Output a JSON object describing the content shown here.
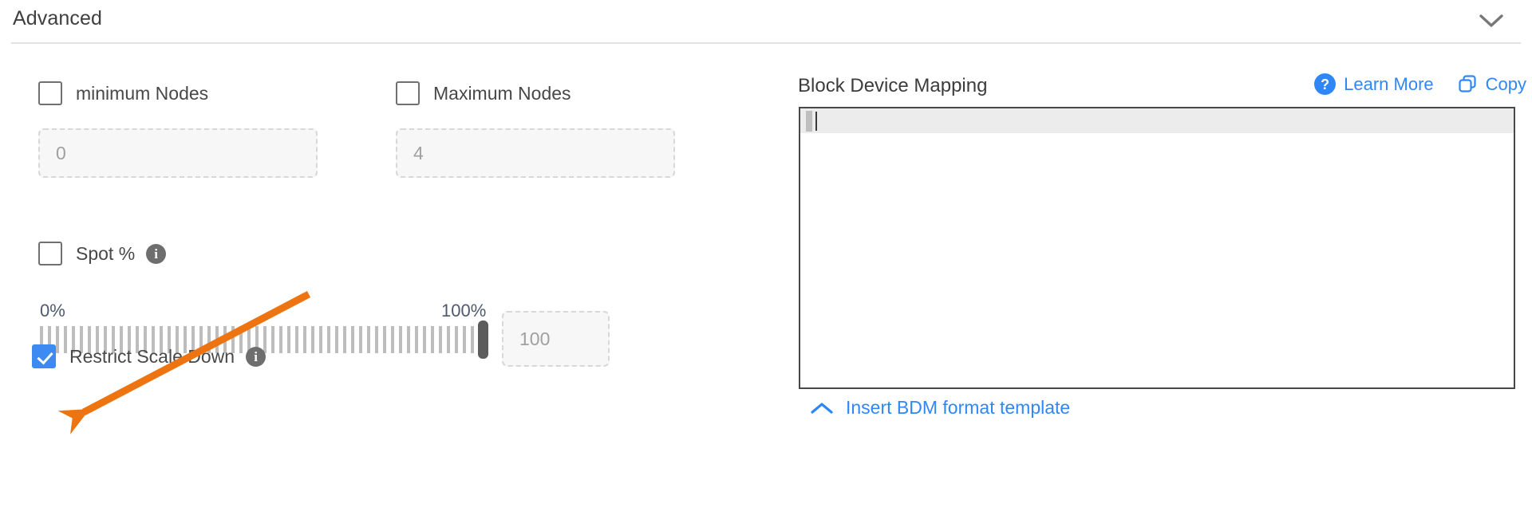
{
  "section": {
    "title": "Advanced",
    "collapse_icon": "chevron-down-icon"
  },
  "left": {
    "min_nodes": {
      "label": "minimum Nodes",
      "checked": false,
      "input_placeholder": "0",
      "input_value": ""
    },
    "max_nodes": {
      "label": "Maximum Nodes",
      "checked": false,
      "input_placeholder": "4",
      "input_value": ""
    },
    "spot_percent": {
      "label": "Spot %",
      "checked": false,
      "info_icon": "info-icon",
      "info_glyph": "i"
    },
    "slider": {
      "min_label": "0%",
      "max_label": "100%",
      "min_value": 0,
      "max_value": 100,
      "current_value": 100,
      "input_placeholder": "100",
      "input_value": ""
    },
    "restrict_scale_down": {
      "label": "Restrict Scale Down",
      "checked": true,
      "info_icon": "info-icon",
      "info_glyph": "i"
    }
  },
  "right": {
    "title": "Block Device Mapping",
    "learn_more": {
      "label": "Learn More",
      "icon": "question-mark-circle-icon",
      "glyph": "?"
    },
    "copy": {
      "label": "Copy",
      "icon": "copy-icon"
    },
    "editor": {
      "content": "",
      "active_line": 1
    },
    "insert_template": {
      "label": "Insert BDM format template",
      "icon": "chevron-up-icon"
    }
  },
  "annotation": {
    "type": "arrow",
    "color": "#ee7411",
    "points_to": "restrict-scale-down-checkbox"
  },
  "colors": {
    "accent_blue": "#2f87f6",
    "checkbox_checked": "#3d8bf2",
    "annotation_orange": "#ee7411",
    "label_gray": "#484848",
    "divider": "#e2e2e2"
  }
}
